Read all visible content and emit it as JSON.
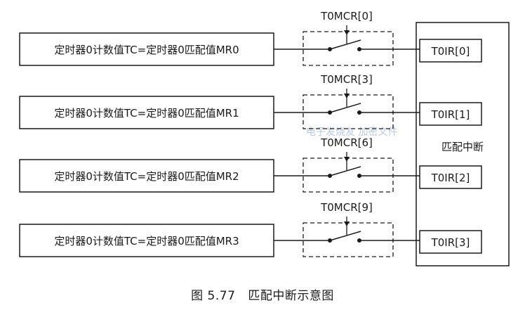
{
  "channels": [
    {
      "condition": "定时器0计数值TC=定时器0匹配值MR0",
      "control_bit": "T0MCR[0]",
      "flag": "T0IR[0]"
    },
    {
      "condition": "定时器0计数值TC=定时器0匹配值MR1",
      "control_bit": "T0MCR[3]",
      "flag": "T0IR[1]"
    },
    {
      "condition": "定时器0计数值TC=定时器0匹配值MR2",
      "control_bit": "T0MCR[6]",
      "flag": "T0IR[2]"
    },
    {
      "condition": "定时器0计数值TC=定时器0匹配值MR3",
      "control_bit": "T0MCR[9]",
      "flag": "T0IR[3]"
    }
  ],
  "interrupt_label": "匹配中断",
  "caption": {
    "number": "图 5.77",
    "title": "匹配中断示意图"
  },
  "colors": {
    "line": "#1a1a1a",
    "watermark": "#b9c9e6"
  },
  "watermark": "电子发烧友  加密文件"
}
